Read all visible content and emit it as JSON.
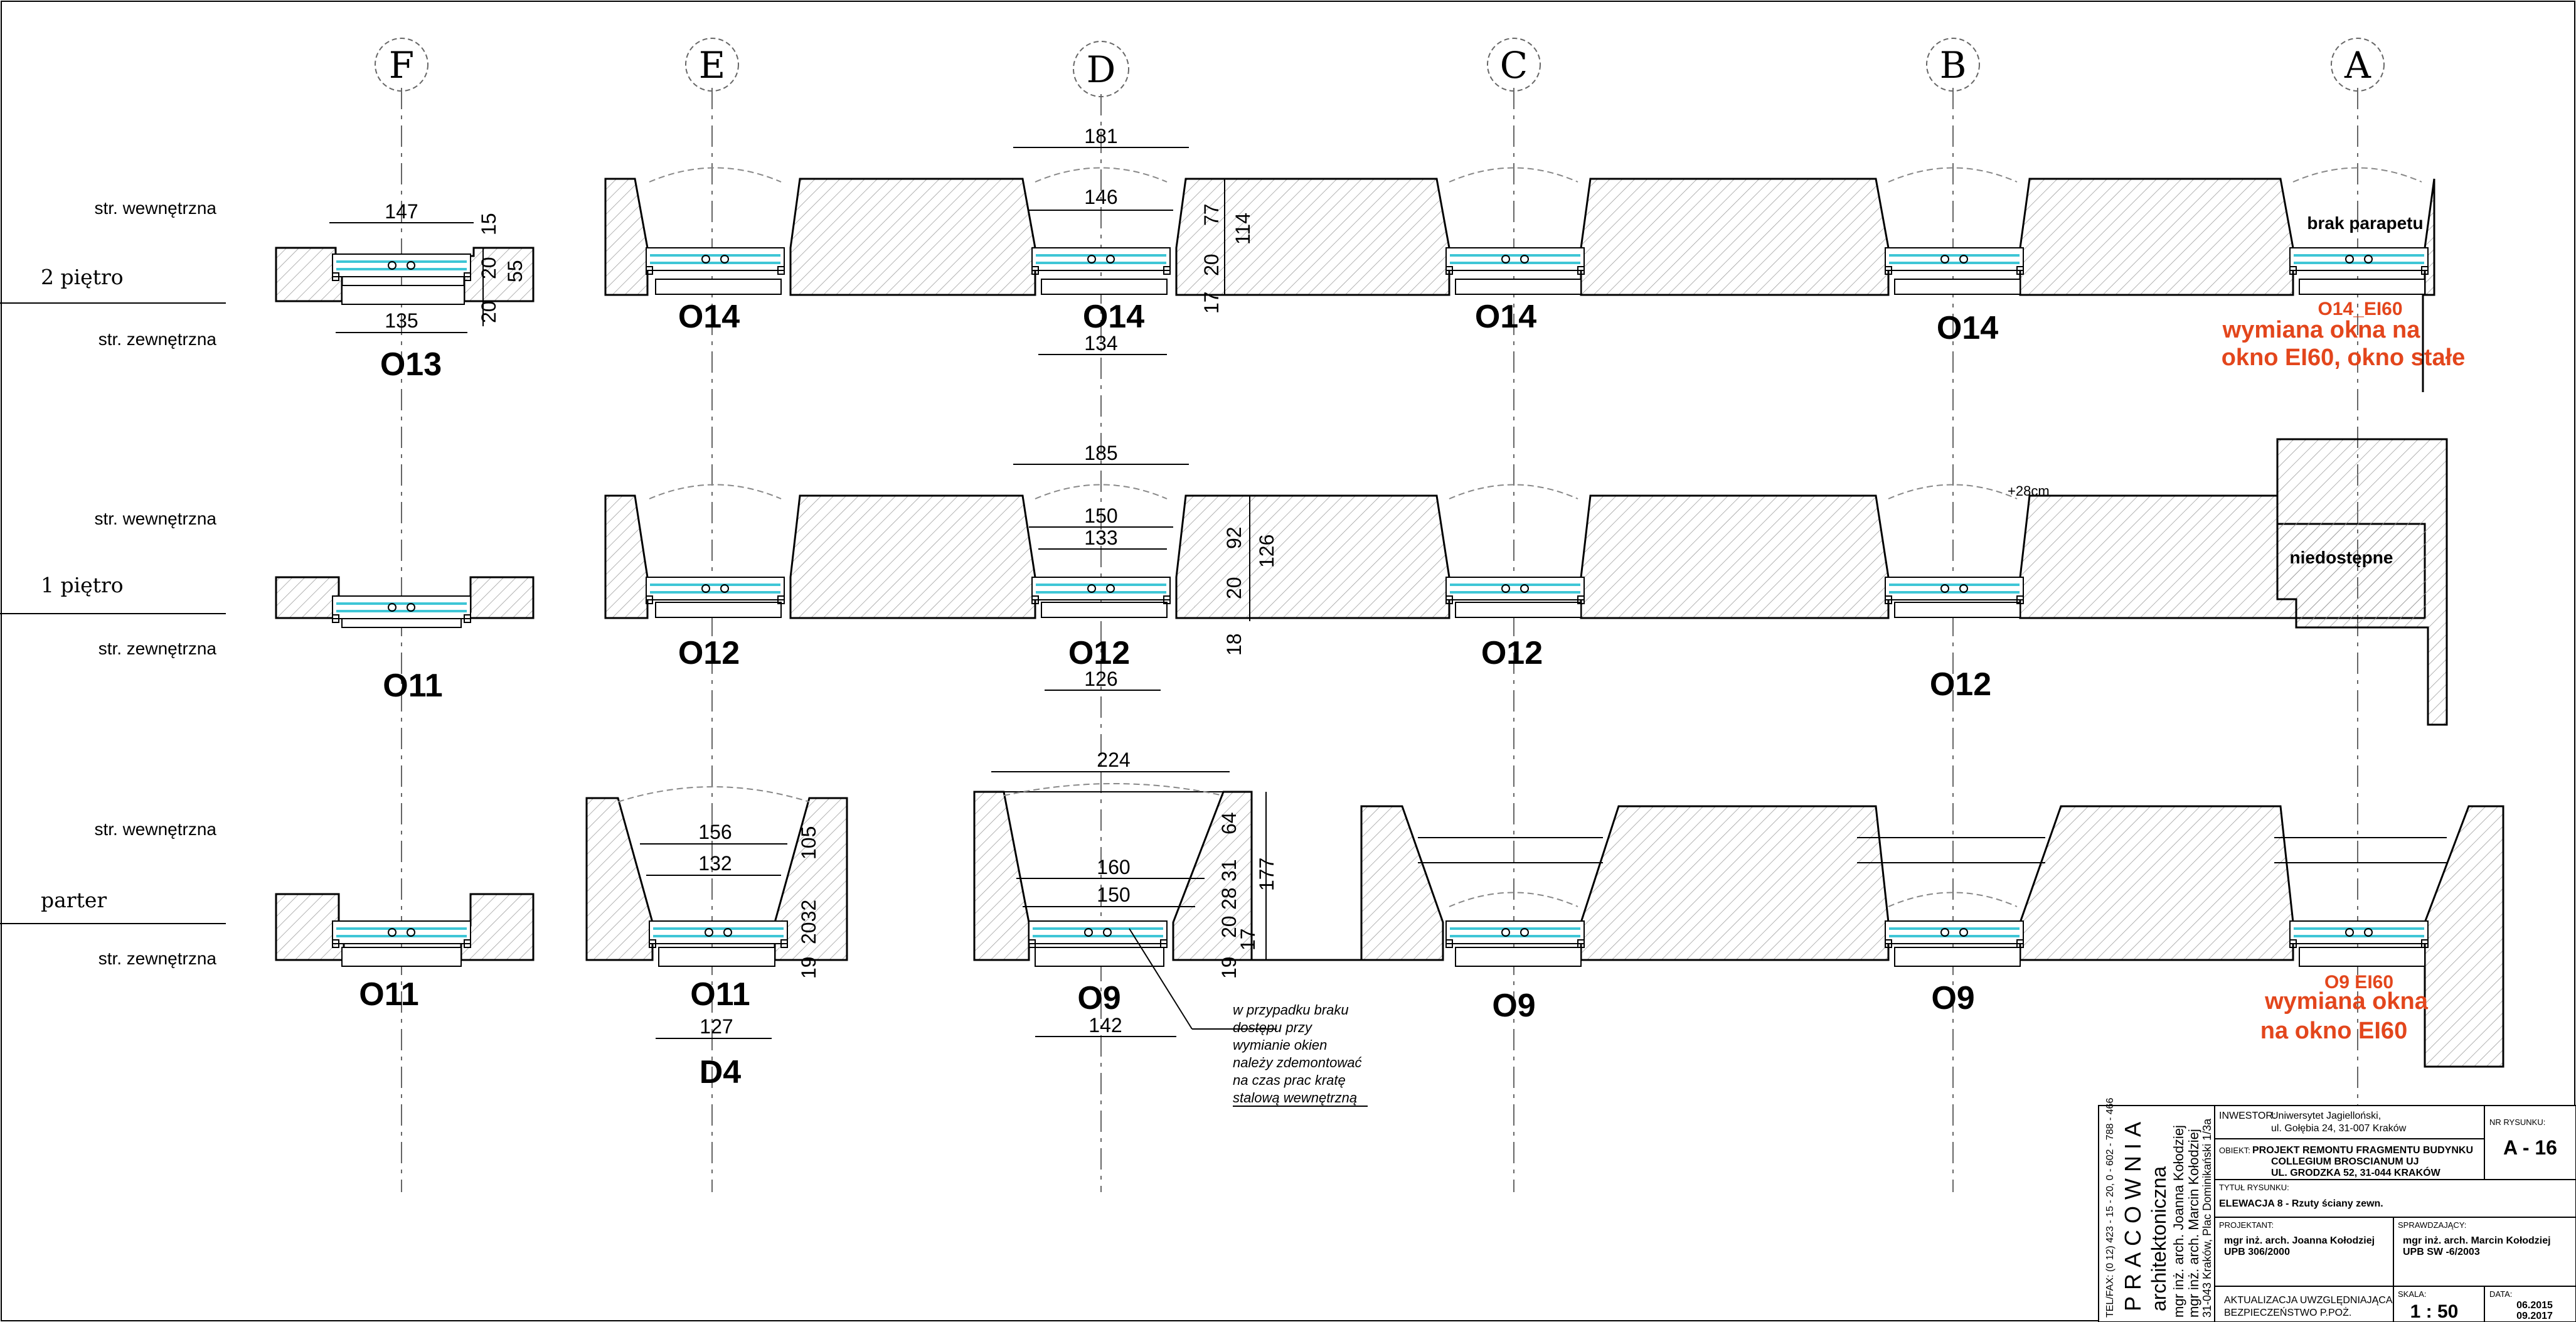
{
  "axes": [
    "F",
    "E",
    "D",
    "C",
    "B",
    "A"
  ],
  "side_labels": {
    "inner": "str. wewnętrzna",
    "outer": "str. zewnętrzna"
  },
  "floors": [
    "2 piętro",
    "1 piętro",
    "parter"
  ],
  "window_codes": {
    "r1": [
      "O13",
      "O14",
      "O14",
      "O14",
      "O14"
    ],
    "r2": [
      "O11",
      "O12",
      "O12",
      "O12",
      "O12"
    ],
    "r3": [
      "O11",
      "O11",
      "O9",
      "O9",
      "O9"
    ],
    "r3_extra": "D4"
  },
  "dims": {
    "o13": [
      "147",
      "135",
      "15",
      "20",
      "55",
      "20"
    ],
    "r1d": [
      "181",
      "146",
      "134",
      "77",
      "114",
      "20",
      "17"
    ],
    "r2d": [
      "185",
      "150",
      "133",
      "126",
      "92",
      "126",
      "20",
      "18"
    ],
    "r3e": [
      "156",
      "132",
      "127",
      "105",
      "2032",
      "19"
    ],
    "r3d": [
      "224",
      "160",
      "150",
      "142",
      "64",
      "177",
      "31",
      "28",
      "20",
      "17",
      "19"
    ]
  },
  "annotations": {
    "brak": "brak parapetu",
    "niedost": "niedostępne",
    "plus28": "+28cm",
    "o14ei": "O14_EI60",
    "o14_l1": "wymiana okna na",
    "o14_l2": "okno EI60, okno stałe",
    "o9ei": "O9 EI60",
    "o9_l1": "wymiana okna",
    "o9_l2": "na okno EI60",
    "note": [
      "w przypadku braku",
      "dostępu przy",
      "wymianie okien",
      "należy zdemontować",
      "na czas prac kratę",
      "stalową wewnętrzną"
    ]
  },
  "title_block": {
    "firm_lines": [
      "PRACOWNIA",
      "architektoniczna",
      "mgr inż. arch. Joanna Kołodziej",
      "mgr inż. arch. Marcin Kołodziej",
      "31-043 Kraków, Plac Dominikański 1/3a",
      "TEL/FAX: (0 12) 423 - 15 - 20, 0 - 602 - 788 - 466"
    ],
    "investor_label": "INWESTOR:",
    "investor": "Uniwersytet Jagielloński,",
    "investor_addr": "ul. Gołębia 24,  31-007 Kraków",
    "object_label": "OBIEKT:",
    "object": [
      "PROJEKT REMONTU FRAGMENTU BUDYNKU",
      "COLLEGIUM BROSCIANUM UJ",
      "UL. GRODZKA 52,  31-044 KRAKÓW"
    ],
    "drawing_no_label": "NR RYSUNKU:",
    "drawing_no": "A - 16",
    "title_label": "TYTUŁ RYSUNKU:",
    "title": "ELEWACJA 8 - Rzuty ściany zewn.",
    "designer_label": "PROJEKTANT:",
    "designer": "mgr inż. arch. Joanna Kołodziej",
    "designer_no": "UPB 306/2000",
    "checker_label": "SPRAWDZAJĄCY:",
    "checker": "mgr inż. arch. Marcin Kołodziej",
    "checker_no": "UPB SW -6/2003",
    "revision": [
      "AKTUALIZACJA UWZGLĘDNIAJĄCA",
      "BEZPIECZEŃSTWO P.POŻ."
    ],
    "scale_label": "SKALA:",
    "scale": "1 : 50",
    "date_label": "DATA:",
    "date1": "06.2015",
    "date2": "09.2017"
  },
  "colors": {
    "accent_red": "#e3461c",
    "glass": "#3ec6d6"
  }
}
